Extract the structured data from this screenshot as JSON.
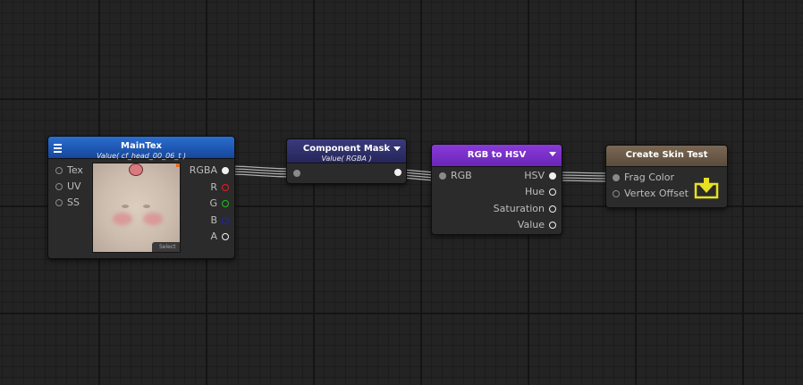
{
  "nodes": {
    "maintex": {
      "title": "MainTex",
      "subtitle": "Value( cf_head_00_06_t )",
      "header_color": "#1e5bb4",
      "inputs": [
        "Tex",
        "UV",
        "SS"
      ],
      "outputs": [
        "RGBA",
        "R",
        "G",
        "B",
        "A"
      ],
      "select_label": "Select"
    },
    "component_mask": {
      "title": "Component Mask",
      "subtitle": "Value( RGBA )",
      "header_color": "#2f2f6a"
    },
    "rgb_to_hsv": {
      "title": "RGB to HSV",
      "header_color": "#7a2fc8",
      "inputs": [
        "RGB"
      ],
      "outputs": [
        "HSV",
        "Hue",
        "Saturation",
        "Value"
      ]
    },
    "create_skin_test": {
      "title": "Create Skin Test",
      "header_color": "#6b5a48",
      "inputs": [
        "Frag Color",
        "Vertex Offset"
      ],
      "icon": "master-output-icon"
    }
  }
}
